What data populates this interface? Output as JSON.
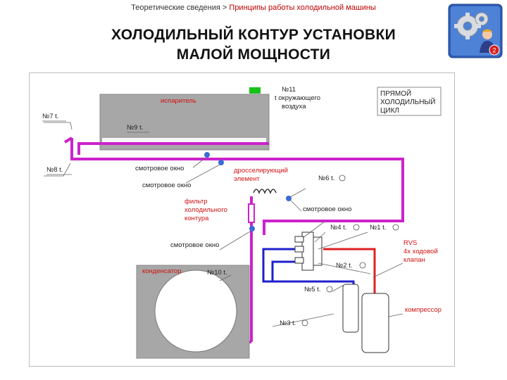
{
  "header": {
    "breadcrumb_section": "Теоретические сведения",
    "breadcrumb_separator": ">",
    "breadcrumb_current": "Принципы работы холодильной машины",
    "title_line1": "ХОЛОДИЛЬНЫЙ КОНТУР УСТАНОВКИ",
    "title_line2": "МАЛОЙ МОЩНОСТИ"
  },
  "logo": {
    "icon": "gears-worker-icon",
    "badge": "2"
  },
  "diagram": {
    "cycle_box": [
      "ПРЯМОЙ",
      "ХОЛОДИЛЬНЫЙ",
      "ЦИКЛ"
    ],
    "ambient_label": [
      "№11",
      "t окружающего",
      "воздуха"
    ],
    "evaporator": "испаритель",
    "condenser": "конденсатор",
    "compressor": "компрессор",
    "throttle": [
      "дросселирующий",
      "элемент"
    ],
    "filter": [
      "фильтр",
      "холодильного",
      "контура"
    ],
    "rvs": [
      "RVS",
      "4х ходовой",
      "клапан"
    ],
    "sight_glass": "смотровое окно",
    "sensors": {
      "t7": "№7 t.",
      "t8": "№8 t.",
      "t9": "№9 t.",
      "t6": "№6 t.",
      "t4": "№4 t.",
      "t1": "№1  t.",
      "t2": "№2  t.",
      "t5": "№5 t.",
      "t3": "№3 t.",
      "t10": "№10 t."
    },
    "colors": {
      "suction_line": "#cc22cc",
      "liquid_line": "#cc22cc",
      "cold_line": "#1f1fcc",
      "discharge_line": "#e02020",
      "sight_glass_dot": "#3a6bd6",
      "indicator": "#18c118"
    }
  }
}
